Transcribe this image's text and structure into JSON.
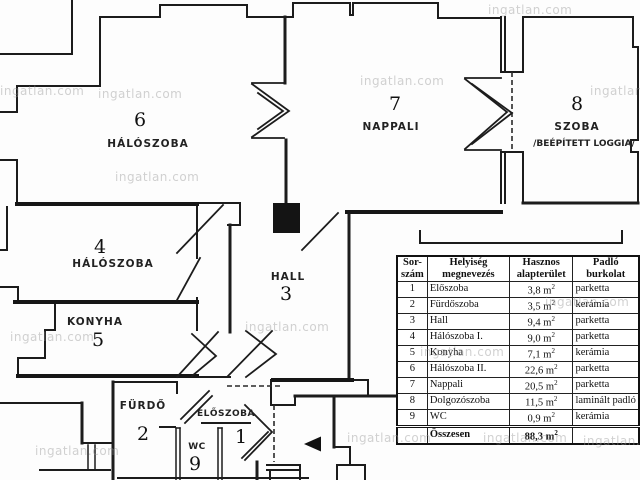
{
  "watermark": "ingatlan.com",
  "plan": {
    "rooms": [
      {
        "number": "6",
        "name": "HÁLÓSZOBA"
      },
      {
        "number": "7",
        "name": "NAPPALI"
      },
      {
        "number": "8",
        "name": "SZOBA",
        "name2": "/BEÉPÍTETT LOGGIA/"
      },
      {
        "number": "4",
        "name": "HÁLÓSZOBA"
      },
      {
        "number": "5",
        "name": "KONYHA"
      },
      {
        "number": "3",
        "name": "HALL"
      },
      {
        "number": "2",
        "name": "FÜRDŐ"
      },
      {
        "number": "1",
        "name": "ELŐSZOBA"
      },
      {
        "number": "9",
        "name": "WC"
      }
    ]
  },
  "table": {
    "headers": [
      [
        "Sor-",
        "szám"
      ],
      [
        "Helyiség",
        "megnevezés"
      ],
      [
        "Hasznos",
        "alapterület"
      ],
      [
        "Padló",
        "burkolat"
      ]
    ],
    "unit": {
      "base": "m",
      "exp": "2"
    },
    "rows": [
      {
        "no": "1",
        "name": "Előszoba",
        "area": "3,8",
        "floor": "parketta"
      },
      {
        "no": "2",
        "name": "Fürdőszoba",
        "area": "3,5",
        "floor": "kerámia"
      },
      {
        "no": "3",
        "name": "Hall",
        "area": "9,4",
        "floor": "parketta"
      },
      {
        "no": "4",
        "name": "Hálószoba I.",
        "area": "9,0",
        "floor": "parketta"
      },
      {
        "no": "5",
        "name": "Konyha",
        "area": "7,1",
        "floor": "kerámia"
      },
      {
        "no": "6",
        "name": "Hálószoba II.",
        "area": "22,6",
        "floor": "parketta"
      },
      {
        "no": "7",
        "name": "Nappali",
        "area": "20,5",
        "floor": "parketta"
      },
      {
        "no": "8",
        "name": "Dolgozószoba",
        "area": "11,5",
        "floor": "laminált padló"
      },
      {
        "no": "9",
        "name": "WC",
        "area": "0,9",
        "floor": "kerámia"
      }
    ],
    "total": {
      "label": "Összesen",
      "area": "88,3"
    }
  }
}
